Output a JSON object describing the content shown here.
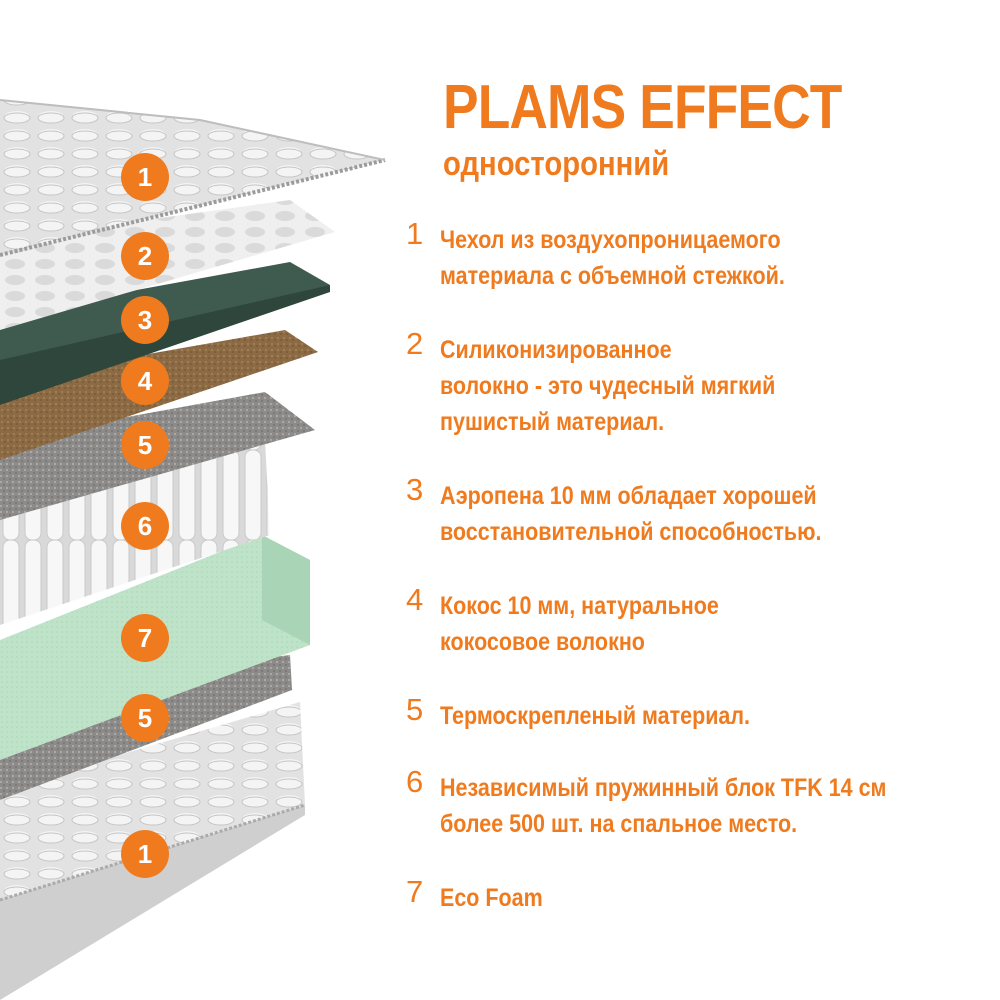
{
  "header": {
    "title": "PLAMS EFFECT",
    "subtitle": "односторонний"
  },
  "layers": [
    {
      "num": "1",
      "lines": [
        "Чехол из воздухопроницаемого",
        "материала с объемной стежкой."
      ]
    },
    {
      "num": "2",
      "lines": [
        "Силиконизированное",
        "волокно - это чудесный мягкий",
        "пушистый материал."
      ]
    },
    {
      "num": "3",
      "lines": [
        "Аэропена 10 мм обладает хорошей",
        "восстановительной способностью."
      ]
    },
    {
      "num": "4",
      "lines": [
        "Кокос 10 мм, натуральное",
        "кокосовое волокно"
      ]
    },
    {
      "num": "5",
      "lines": [
        "Термоскрепленый материал."
      ]
    },
    {
      "num": "6",
      "lines": [
        "Независимый пружинный блок TFK 14 см",
        "более 500 шт. на спальное место."
      ]
    },
    {
      "num": "7",
      "lines": [
        "Eco Foam"
      ]
    }
  ],
  "illustration_badges": [
    "1",
    "2",
    "3",
    "4",
    "5",
    "6",
    "7",
    "5",
    "1"
  ],
  "colors": {
    "accent": "#ef7b1e",
    "cover": "#dcdcdc",
    "fiber": "#ececec",
    "aerofoam": "#3f5a4e",
    "coconut": "#8b6a44",
    "felt": "#8a8886",
    "springs": "#f2f2f2",
    "ecofoam": "#bfe3c8"
  }
}
